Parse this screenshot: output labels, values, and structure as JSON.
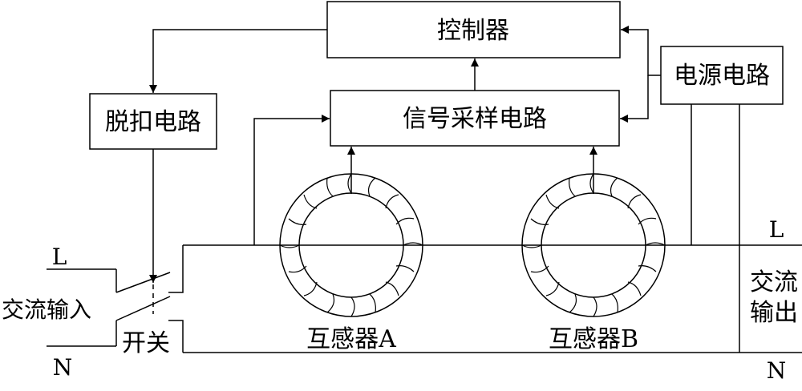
{
  "blocks": {
    "controller": "控制器",
    "trip_circuit": "脱扣电路",
    "sampling": "信号采样电路",
    "power": "电源电路"
  },
  "labels": {
    "line_in": "L",
    "neutral_in": "N",
    "ac_input": "交流输入",
    "switch": "开关",
    "sensor_a": "互感器A",
    "sensor_b": "互感器B",
    "line_out": "L",
    "neutral_out": "N",
    "ac_output_1": "交流",
    "ac_output_2": "输出"
  },
  "colors": {
    "stroke": "#000000",
    "background": "#ffffff"
  }
}
